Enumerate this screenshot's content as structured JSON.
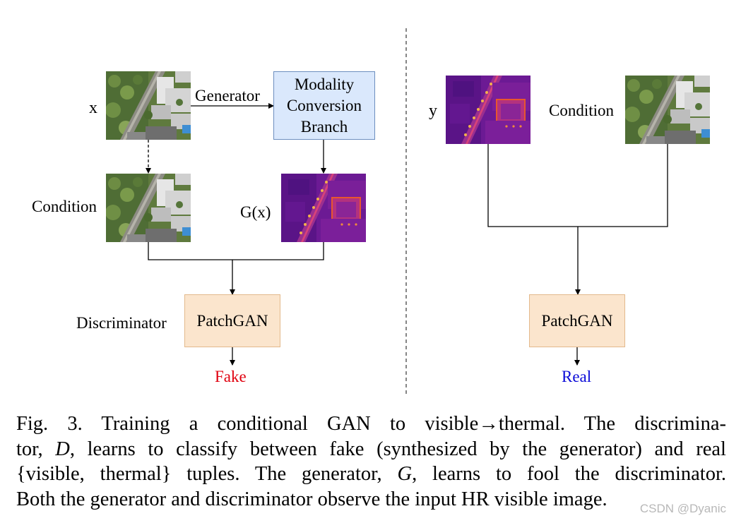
{
  "left": {
    "x_label": "x",
    "generator_label": "Generator",
    "mcb_line1": "Modality",
    "mcb_line2": "Conversion",
    "mcb_line3": "Branch",
    "condition_label": "Condition",
    "gx_label": "G(x)",
    "discriminator_label": "Discriminator",
    "patchgan_label": "PatchGAN",
    "output_label": "Fake"
  },
  "right": {
    "y_label": "y",
    "condition_label": "Condition",
    "patchgan_label": "PatchGAN",
    "output_label": "Real"
  },
  "colors": {
    "fake": "#e0000f",
    "real": "#0b0bd8",
    "mcb_fill": "#dae8fc",
    "mcb_stroke": "#6c8ebf",
    "patchgan_fill": "#fbe5cd",
    "patchgan_stroke": "#e3b98c"
  },
  "caption": {
    "line1": "Fig. 3.    Training a conditional GAN to visible→thermal. The discrimina-",
    "line2": "tor, D, learns to classify between fake (synthesized by the generator) and real",
    "line3": "{visible, thermal} tuples. The generator, G, learns to fool the discriminator.",
    "line4": "Both the generator and discriminator observe the input HR visible image."
  },
  "watermark": "CSDN @Dyanic"
}
